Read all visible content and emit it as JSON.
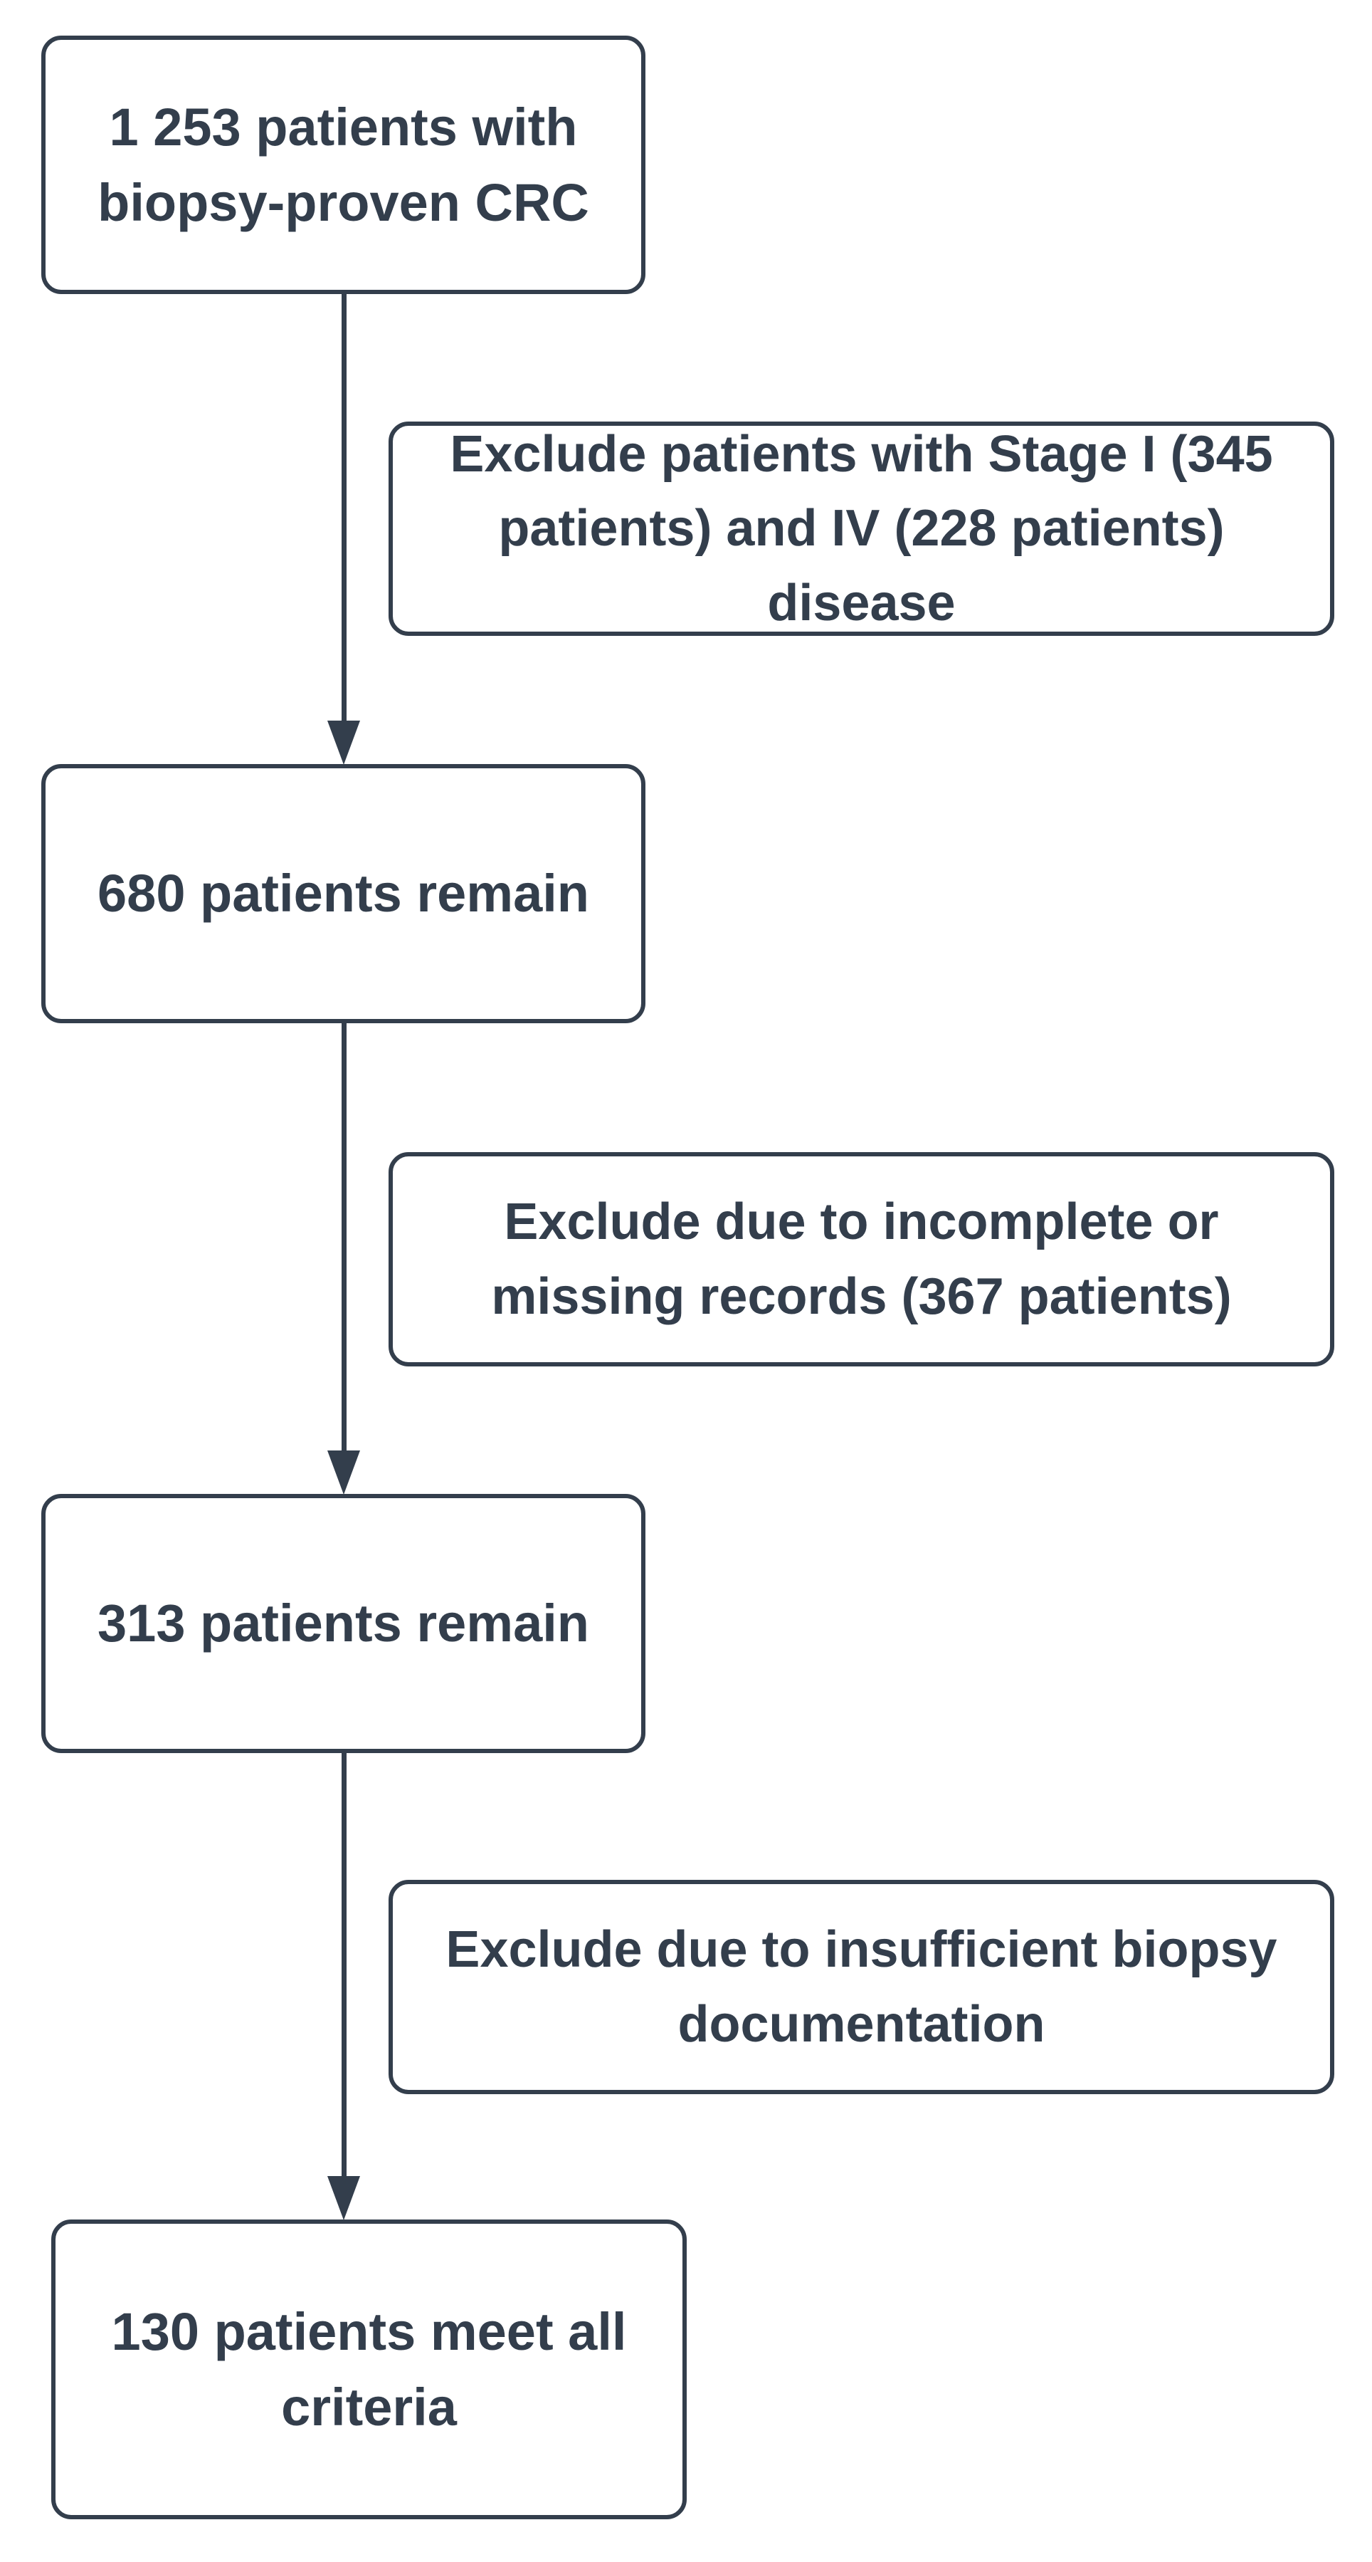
{
  "diagram": {
    "type": "flowchart",
    "direction": "top-down",
    "ink_color": "#333E4C",
    "background_color": "#FFFFFF",
    "nodes": [
      {
        "id": "node-1",
        "text": "1 253 patients with\nbiopsy-proven CRC"
      },
      {
        "id": "node-2",
        "text": "680 patients remain"
      },
      {
        "id": "node-3",
        "text": "313 patients remain"
      },
      {
        "id": "node-4",
        "text": "130 patients meet all\ncriteria"
      }
    ],
    "exclusion_nodes": [
      {
        "id": "exclusion-1",
        "text": "Exclude patients with Stage I (345\npatients) and IV (228 patients) disease"
      },
      {
        "id": "exclusion-2",
        "text": "Exclude due to incomplete or\nmissing records (367 patients)"
      },
      {
        "id": "exclusion-3",
        "text": "Exclude due to insufficient biopsy\ndocumentation"
      }
    ],
    "edges": [
      {
        "from": "node-1",
        "to": "node-2"
      },
      {
        "from": "node-2",
        "to": "node-3"
      },
      {
        "from": "node-3",
        "to": "node-4"
      }
    ]
  }
}
